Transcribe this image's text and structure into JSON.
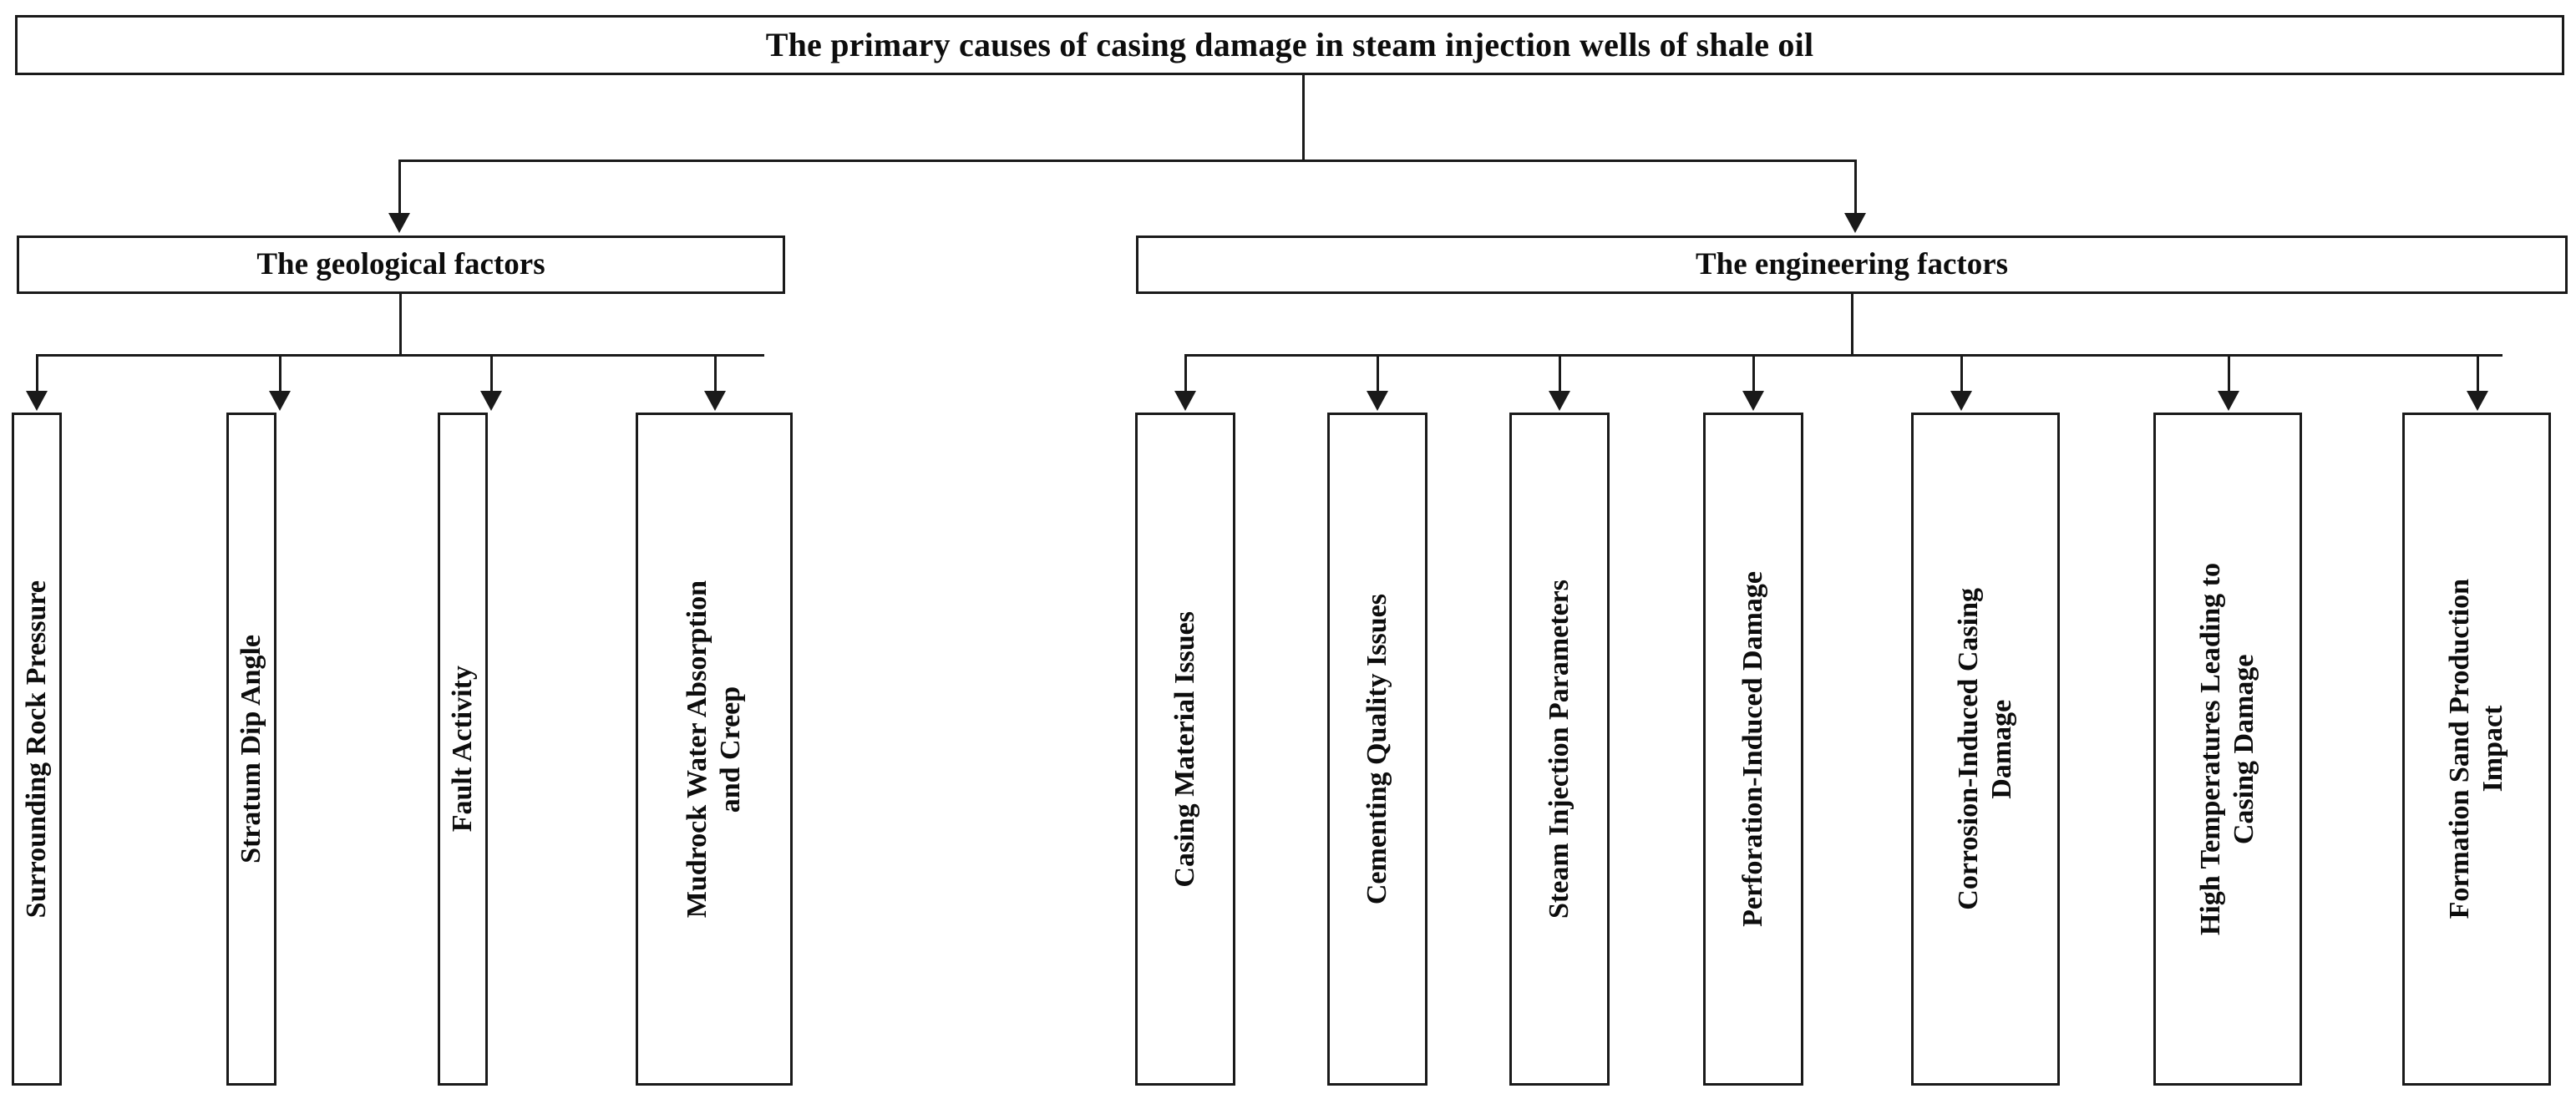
{
  "diagram": {
    "title": "The primary causes of casing damage in steam injection wells of shale oil",
    "root": {
      "label": "The primary causes of casing damage in steam injection wells of shale oil"
    },
    "categories": [
      {
        "label": "The geological factors"
      },
      {
        "label": "The engineering factors"
      }
    ],
    "geological_factors": [
      {
        "label": "Surrounding Rock Pressure"
      },
      {
        "label": "Stratum Dip Angle"
      },
      {
        "label": "Fault Activity"
      },
      {
        "label": "Mudrock Water Absorption\nand Creep"
      }
    ],
    "engineering_factors": [
      {
        "label": "Casing Material Issues"
      },
      {
        "label": "Cementing Quality Issues"
      },
      {
        "label": "Steam Injection Parameters"
      },
      {
        "label": "Perforation-Induced Damage"
      },
      {
        "label": "Corrosion-Induced Casing\nDamage"
      },
      {
        "label": "High Temperatures Leading to\nCasing Damage"
      },
      {
        "label": "Formation Sand Production\nImpact"
      }
    ],
    "style": {
      "line_color": "#1a1a1a",
      "box_fill": "#ffffff",
      "text_color": "#0d0d0d"
    }
  }
}
